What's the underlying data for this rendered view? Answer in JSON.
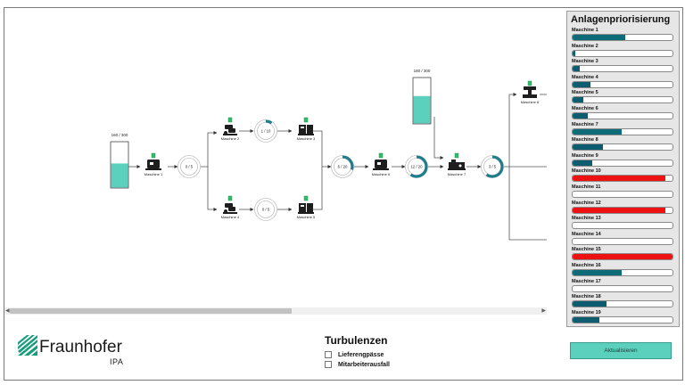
{
  "process": {
    "tanks": [
      {
        "id": "tank-1",
        "label": "160 / 300",
        "fill": 0.53
      },
      {
        "id": "tank-2",
        "label": "180 / 300",
        "fill": 0.6
      }
    ],
    "machines": [
      {
        "id": "m1",
        "label": "Maschine 1"
      },
      {
        "id": "m2",
        "label": "Maschine 2"
      },
      {
        "id": "m3",
        "label": "Maschine 3"
      },
      {
        "id": "m4",
        "label": "Maschine 4"
      },
      {
        "id": "m5",
        "label": "Maschine 5"
      },
      {
        "id": "m6",
        "label": "Maschine 6"
      },
      {
        "id": "m7",
        "label": "Maschine 7"
      },
      {
        "id": "m8",
        "label": "Maschine 8"
      }
    ],
    "buffers": [
      {
        "id": "b1",
        "label": "0 / 5",
        "fill": 0
      },
      {
        "id": "b2",
        "label": "1 / 10",
        "fill": 0.1
      },
      {
        "id": "b3",
        "label": "0 / 5",
        "fill": 0
      },
      {
        "id": "b4",
        "label": "6 / 20",
        "fill": 0.3
      },
      {
        "id": "b5",
        "label": "12 / 20",
        "fill": 0.6
      },
      {
        "id": "b6",
        "label": "3 / 5",
        "fill": 0.6
      }
    ]
  },
  "logo": {
    "name": "Fraunhofer",
    "sub": "IPA"
  },
  "turbulences": {
    "title": "Turbulenzen",
    "options": [
      {
        "label": "Lieferengpässe",
        "checked": false
      },
      {
        "label": "Mitarbeiterausfall",
        "checked": false
      }
    ]
  },
  "panel": {
    "title": "Anlagenpriorisierung",
    "machines": [
      {
        "name": "Maschine 1",
        "value": 0.53,
        "color": "#0e6b78"
      },
      {
        "name": "Maschine 2",
        "value": 0.03,
        "color": "#0e5c70"
      },
      {
        "name": "Maschine 3",
        "value": 0.07,
        "color": "#0e5c70"
      },
      {
        "name": "Maschine 4",
        "value": 0.18,
        "color": "#0e5c70"
      },
      {
        "name": "Maschine 5",
        "value": 0.11,
        "color": "#0e5c70"
      },
      {
        "name": "Maschine 6",
        "value": 0.15,
        "color": "#0e5c70"
      },
      {
        "name": "Maschine 7",
        "value": 0.49,
        "color": "#0e6b78"
      },
      {
        "name": "Maschine 8",
        "value": 0.3,
        "color": "#0e5c70"
      },
      {
        "name": "Maschine 9",
        "value": 0.2,
        "color": "#0e5c70"
      },
      {
        "name": "Maschine 10",
        "value": 0.93,
        "color": "#ee1111"
      },
      {
        "name": "Maschine 11",
        "value": 0.0,
        "color": "#0e5c70"
      },
      {
        "name": "Maschine 12",
        "value": 0.93,
        "color": "#ee1111"
      },
      {
        "name": "Maschine 13",
        "value": 0.0,
        "color": "#0e5c70"
      },
      {
        "name": "Maschine 14",
        "value": 0.0,
        "color": "#0e5c70"
      },
      {
        "name": "Maschine 15",
        "value": 1.0,
        "color": "#ee1111"
      },
      {
        "name": "Maschine 16",
        "value": 0.49,
        "color": "#0e6b78"
      },
      {
        "name": "Maschine 17",
        "value": 0.0,
        "color": "#0e5c70"
      },
      {
        "name": "Maschine 18",
        "value": 0.34,
        "color": "#0e5c70"
      },
      {
        "name": "Maschine 19",
        "value": 0.27,
        "color": "#0e5c70"
      }
    ],
    "button_label": "Aktualisieren"
  },
  "colors": {
    "accent": "#5ad0bd",
    "buffer_ring": "#1e7d8c",
    "danger": "#ee1111"
  }
}
